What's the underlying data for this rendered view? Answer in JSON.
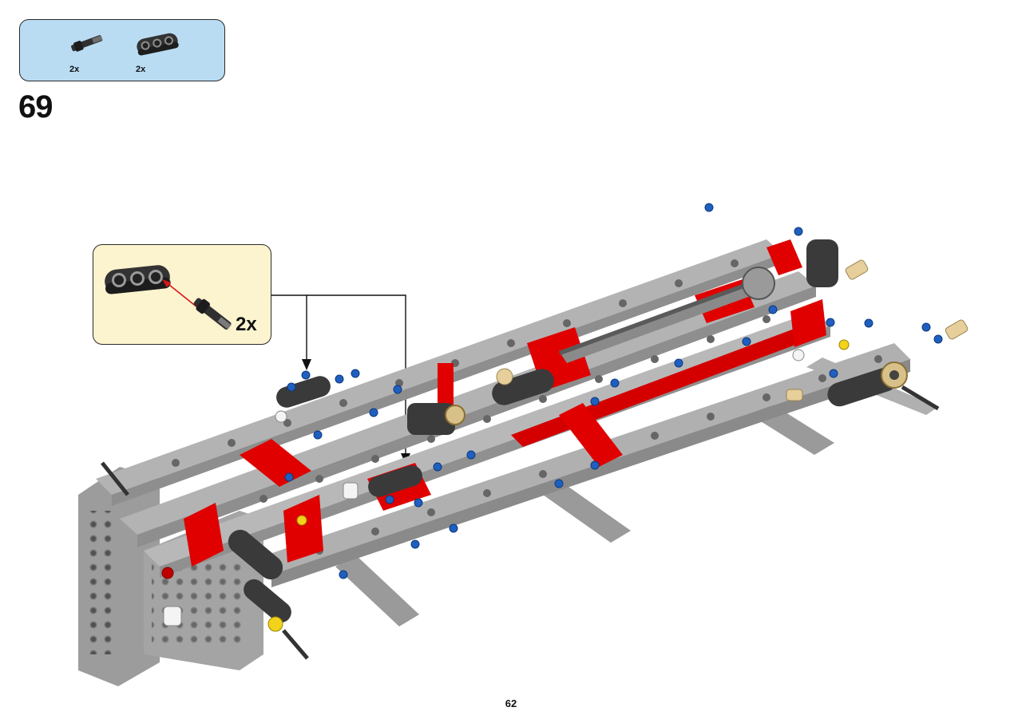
{
  "parts_list": {
    "items": [
      {
        "icon": "axle-pin-icon",
        "quantity": "2x"
      },
      {
        "icon": "beam-3-icon",
        "quantity": "2x"
      }
    ]
  },
  "step": {
    "number": "69"
  },
  "callout": {
    "quantity": "2x",
    "icons": [
      "beam-3-icon",
      "axle-pin-icon"
    ]
  },
  "page": {
    "number": "62"
  },
  "colors": {
    "parts_background": "#b9dcf3",
    "callout_background": "#fcf3cf",
    "frame_gray": "#a9a9a9",
    "dark_gray": "#3a3a3a",
    "red": "#e00000",
    "blue": "#1f5fbf",
    "tan": "#e6cf9a",
    "yellow": "#f2d21a"
  }
}
